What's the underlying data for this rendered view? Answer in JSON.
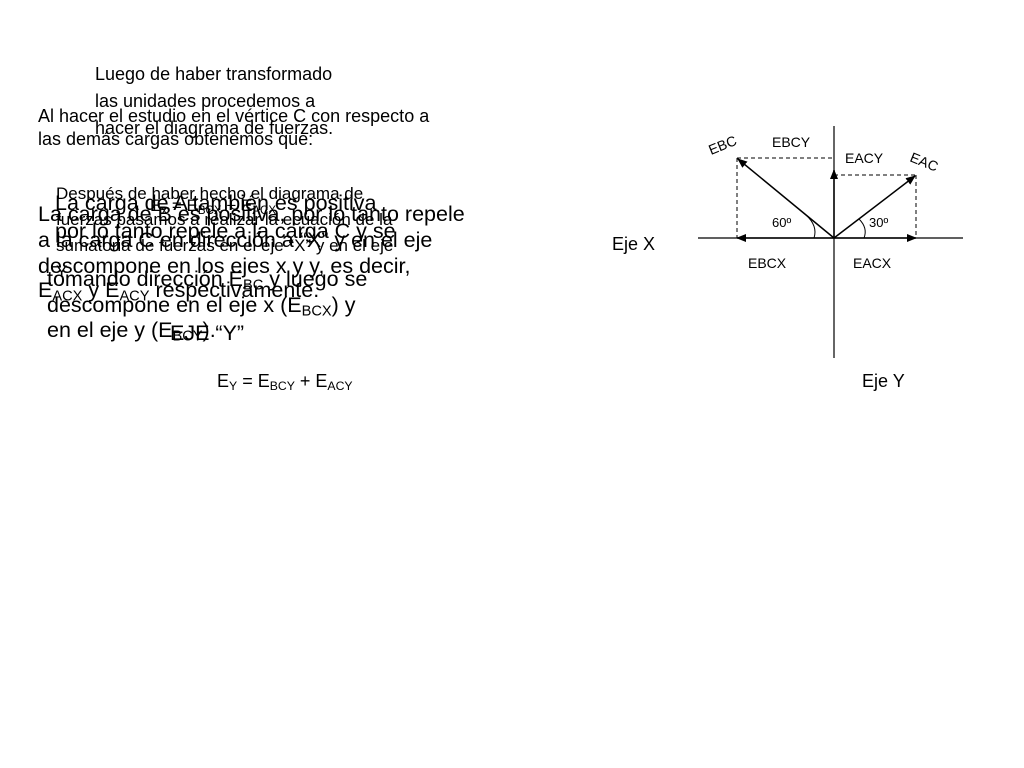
{
  "block_luego": {
    "lines": [
      "Luego de haber transformado",
      "las unidades procedemos a",
      "hacer el diagrama de fuerzas."
    ]
  },
  "block_al_hacer": {
    "lines": [
      "Al hacer el estudio en el vértice C con respecto a",
      "las demás cargas obtenemos que:"
    ]
  },
  "block_despues": {
    "lines": [
      "Después de haber hecho el diagrama de",
      "fuerzas pasamos a realizar la ecuación de la",
      "sumatoria de fuerzas en el eje “X” y en el eje",
      "Y."
    ]
  },
  "block_ex": {
    "lines": [
      "E",
      "x",
      " = E",
      "BCX",
      " + E",
      "ACX"
    ]
  },
  "block_carga_a": {
    "lines": [
      "La carga de A también es positiva",
      "por lo tanto repele a la carga C y se",
      "descompone en los ejes x y y, es decir,",
      "E",
      "ACX",
      " y E",
      "ACY",
      " respectivamente."
    ]
  },
  "block_carga_b": {
    "lines": [
      "La carga de B es positiva, por lo tanto repele",
      "a la carga C en dirección a “X” y en el eje",
      "tomando dirección E",
      "BC",
      " y luego se",
      "descompone en el eje x (E",
      "BCX",
      ") y",
      "en el eje y (E",
      "BCY",
      ")."
    ]
  },
  "block_eje": {
    "lines": [
      "EJE “Y”"
    ]
  },
  "equation": {
    "parts": [
      "E",
      "Y",
      " = E",
      "BCY",
      " + E",
      "ACY"
    ]
  },
  "diagram": {
    "labels": {
      "ebc": "EBC",
      "ebcy": "EBCY",
      "eacy": "EACY",
      "eac": "EAC",
      "ebcx": "EBCX",
      "eacx": "EACX",
      "angle_left": "60º",
      "angle_right": "30º"
    },
    "axis_x_label": "Eje X",
    "axis_y_label": "Eje Y"
  }
}
